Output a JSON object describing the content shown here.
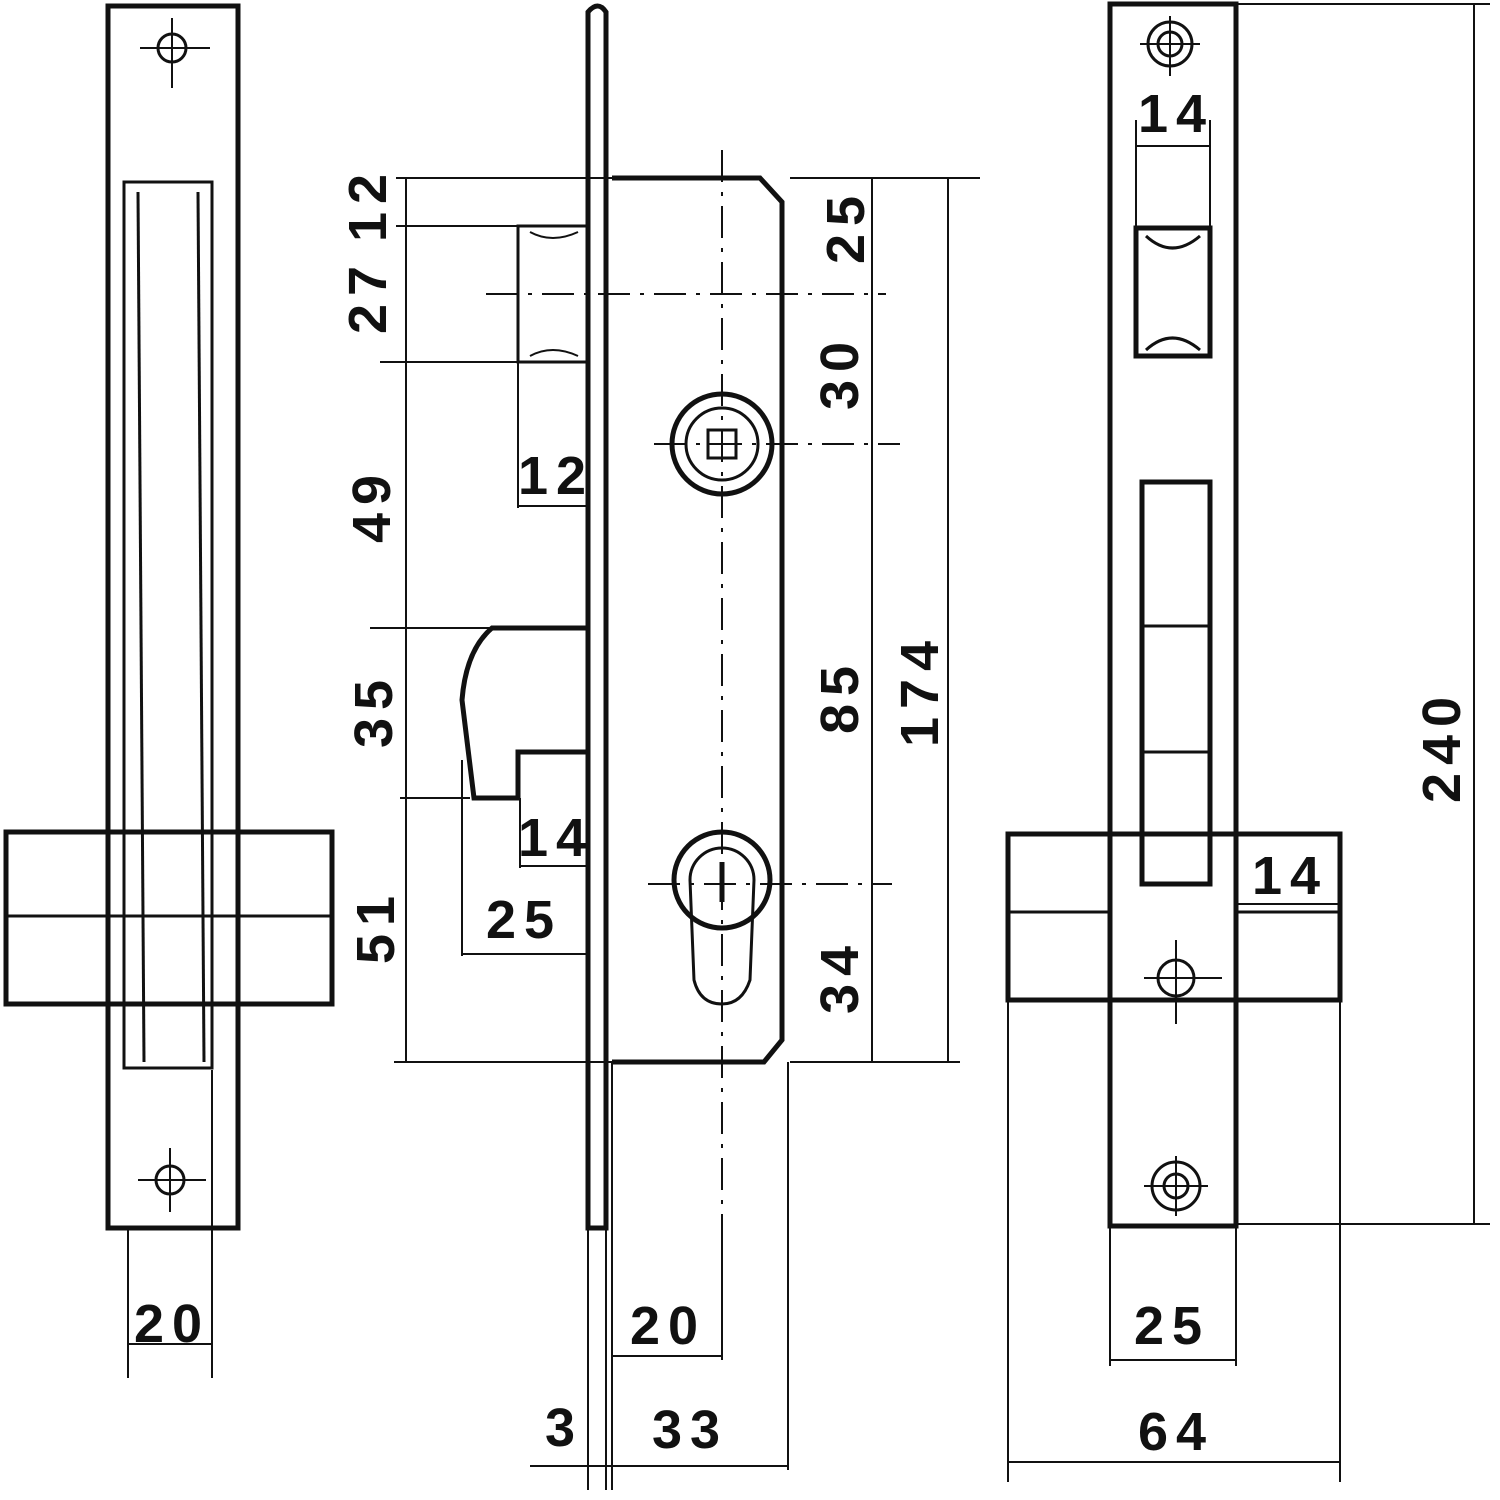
{
  "diagram": {
    "left_view": {
      "width_dim": "20"
    },
    "center_view": {
      "dims_left": {
        "top_12": "12",
        "top_27": "27",
        "follower_49": "49",
        "latch_35": "35",
        "bolt_51": "51"
      },
      "dims_inner": {
        "follower_12": "12",
        "latch_14": "14",
        "bolt_25": "25"
      },
      "dims_right": {
        "top_25": "25",
        "follower_30": "30",
        "center_85": "85",
        "bottom_34": "34",
        "case_174": "174"
      },
      "dims_bottom": {
        "faceplate_3": "3",
        "backset_20": "20",
        "case_33": "33"
      }
    },
    "right_view": {
      "latch_14": "14",
      "bolt_14": "14",
      "total_240": "240",
      "faceplate_25": "25",
      "bolt_64": "64"
    }
  }
}
